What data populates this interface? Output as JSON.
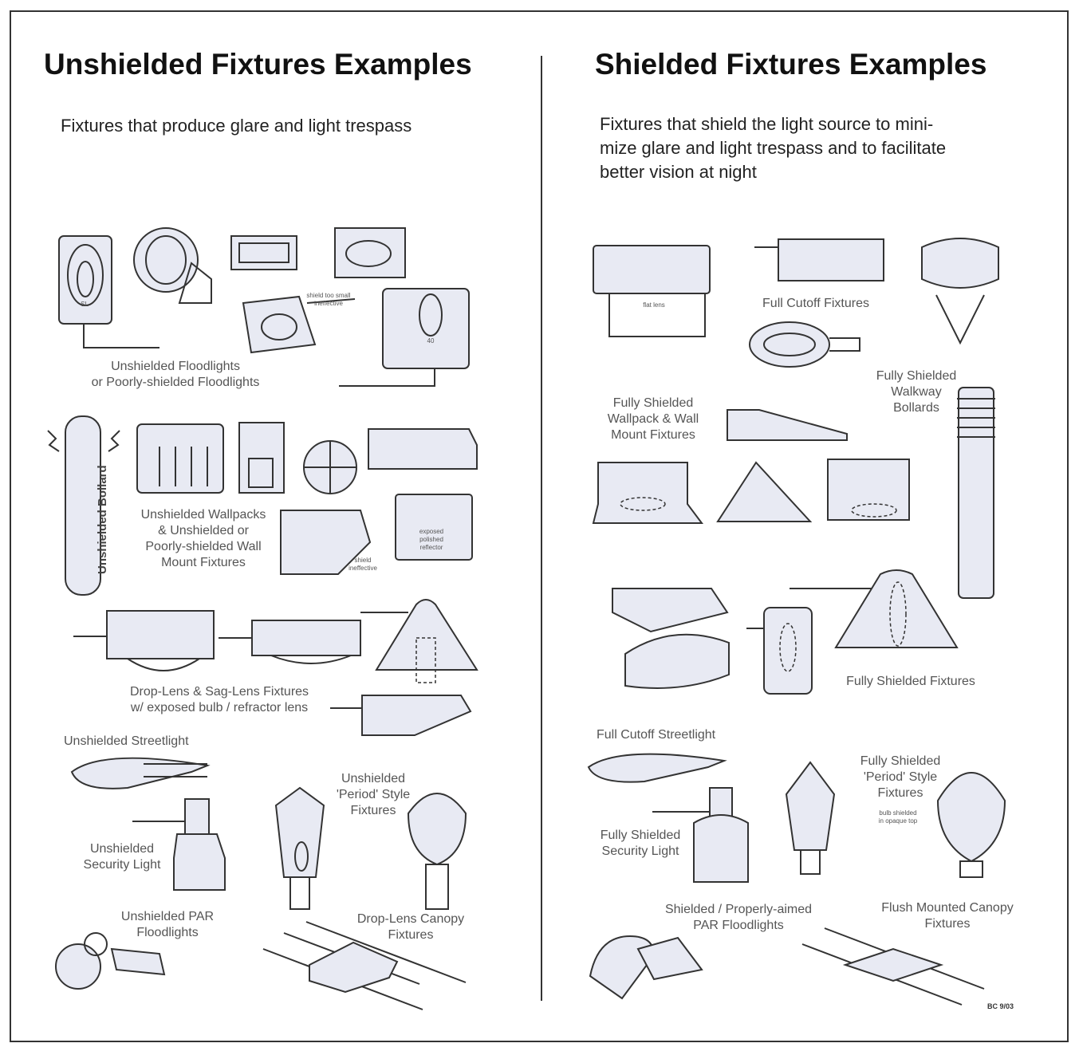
{
  "left_panel": {
    "title": "Unshielded Fixtures Examples",
    "subtitle": "Fixtures that produce glare and light trespass",
    "labels": {
      "floodlights": "Unshielded Floodlights\nor Poorly-shielded Floodlights",
      "shield_too_small": "shield too small\nineffective",
      "badge_40": "40",
      "badge_sl": "SL",
      "bollard": "Unshielded Bollard",
      "wallpacks": "Unshielded Wallpacks\n& Unshielded or\nPoorly-shielded Wall\nMount Fixtures",
      "exposed_reflector": "exposed\npolished\nreflector",
      "shield_ineffective": "shield\nineffective",
      "drop_lens": "Drop-Lens & Sag-Lens Fixtures\nw/ exposed bulb / refractor lens",
      "streetlight": "Unshielded Streetlight",
      "period": "Unshielded\n'Period' Style\nFixtures",
      "security": "Unshielded\nSecurity Light",
      "par": "Unshielded PAR\nFloodlights",
      "canopy": "Drop-Lens Canopy\nFixtures"
    }
  },
  "right_panel": {
    "title": "Shielded Fixtures Examples",
    "subtitle": "Fixtures that shield the light source to mini-\nmize glare and light trespass and to facilitate\nbetter vision at night",
    "labels": {
      "flat_lens": "flat lens",
      "full_cutoff": "Full Cutoff Fixtures",
      "walkway": "Fully Shielded\nWalkway\nBollards",
      "wallpack": "Fully Shielded\nWallpack & Wall\nMount Fixtures",
      "fully_shielded": "Fully Shielded Fixtures",
      "streetlight": "Full Cutoff Streetlight",
      "period": "Fully Shielded\n'Period' Style\nFixtures",
      "bulb_shielded": "bulb shielded\nin opaque top",
      "security": "Fully Shielded\nSecurity Light",
      "par": "Shielded / Properly-aimed\nPAR Floodlights",
      "canopy": "Flush Mounted Canopy\nFixtures"
    }
  },
  "footer": {
    "code": "BC 9/03"
  }
}
